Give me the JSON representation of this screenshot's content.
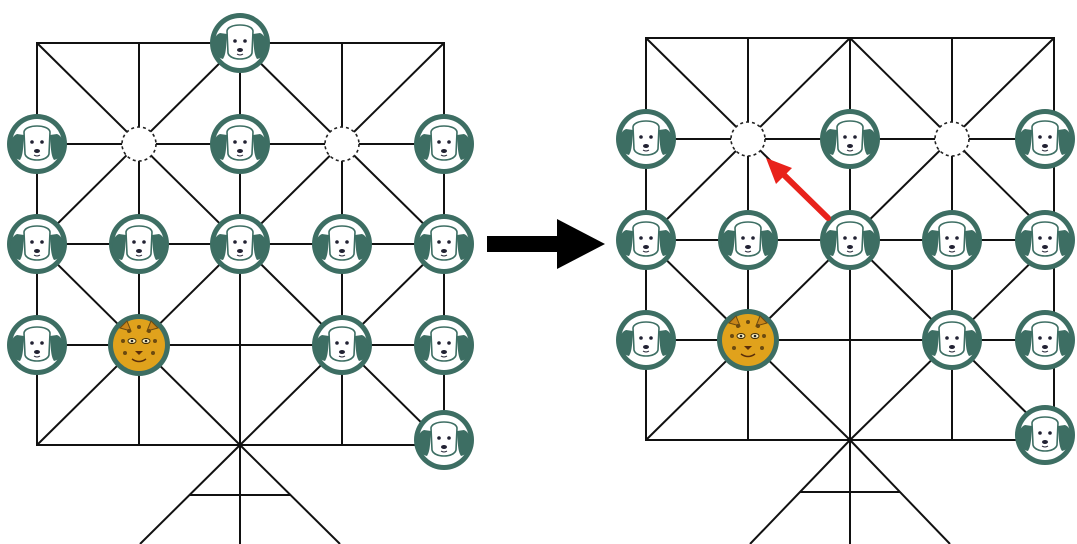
{
  "scene": {
    "description_type": "board-game-move",
    "left_board": {
      "pieces": [
        {
          "type": "dog",
          "cell": "top-center"
        },
        {
          "type": "empty",
          "cell": "r1c1"
        },
        {
          "type": "empty",
          "cell": "r1c3"
        },
        {
          "type": "dog",
          "cell": "r1c0"
        },
        {
          "type": "dog",
          "cell": "r1c2"
        },
        {
          "type": "dog",
          "cell": "r1c4"
        },
        {
          "type": "dog",
          "cell": "r2c0"
        },
        {
          "type": "dog",
          "cell": "r2c1"
        },
        {
          "type": "dog",
          "cell": "r2c2"
        },
        {
          "type": "dog",
          "cell": "r2c3"
        },
        {
          "type": "dog",
          "cell": "r2c4"
        },
        {
          "type": "dog",
          "cell": "r3c0"
        },
        {
          "type": "jaguar",
          "cell": "r3c1"
        },
        {
          "type": "dog",
          "cell": "r3c3"
        },
        {
          "type": "dog",
          "cell": "r3c4"
        },
        {
          "type": "dog",
          "cell": "r4c4"
        }
      ]
    },
    "right_board": {
      "pieces": [
        {
          "type": "dog",
          "cell": "r1c0"
        },
        {
          "type": "empty",
          "cell": "r1c1"
        },
        {
          "type": "dog",
          "cell": "r1c2"
        },
        {
          "type": "empty",
          "cell": "r1c3"
        },
        {
          "type": "dog",
          "cell": "r1c4"
        },
        {
          "type": "dog",
          "cell": "r2c0"
        },
        {
          "type": "dog",
          "cell": "r2c1"
        },
        {
          "type": "dog",
          "cell": "r2c2"
        },
        {
          "type": "dog",
          "cell": "r2c3"
        },
        {
          "type": "dog",
          "cell": "r2c4"
        },
        {
          "type": "dog",
          "cell": "r3c0"
        },
        {
          "type": "jaguar",
          "cell": "r3c1"
        },
        {
          "type": "dog",
          "cell": "r3c3"
        },
        {
          "type": "dog",
          "cell": "r3c4"
        },
        {
          "type": "dog",
          "cell": "r4c4"
        }
      ],
      "move_arrow": {
        "from": "r2c2",
        "to": "r1c1",
        "color": "#e8221b"
      }
    },
    "colors": {
      "board_line": "#111111",
      "dog_ring": "#3d6e63",
      "dog_face": "#ffffff",
      "jaguar_fill": "#e0a21c",
      "transition_arrow": "#000000",
      "move_arrow": "#e8221b"
    },
    "icons": {
      "dog": "dog-token-icon",
      "jaguar": "jaguar-token-icon",
      "empty": "empty-point-icon",
      "transition": "right-arrow-icon"
    }
  }
}
